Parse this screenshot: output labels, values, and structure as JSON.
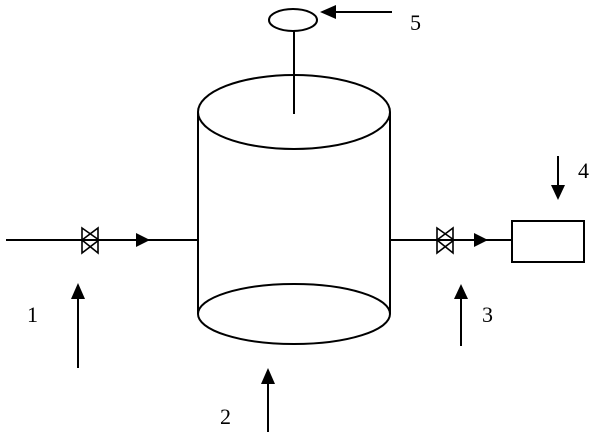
{
  "diagram": {
    "labels": {
      "l1": "1",
      "l2": "2",
      "l3": "3",
      "l4": "4",
      "l5": "5"
    },
    "colors": {
      "line": "#000000",
      "background": "#ffffff"
    }
  }
}
